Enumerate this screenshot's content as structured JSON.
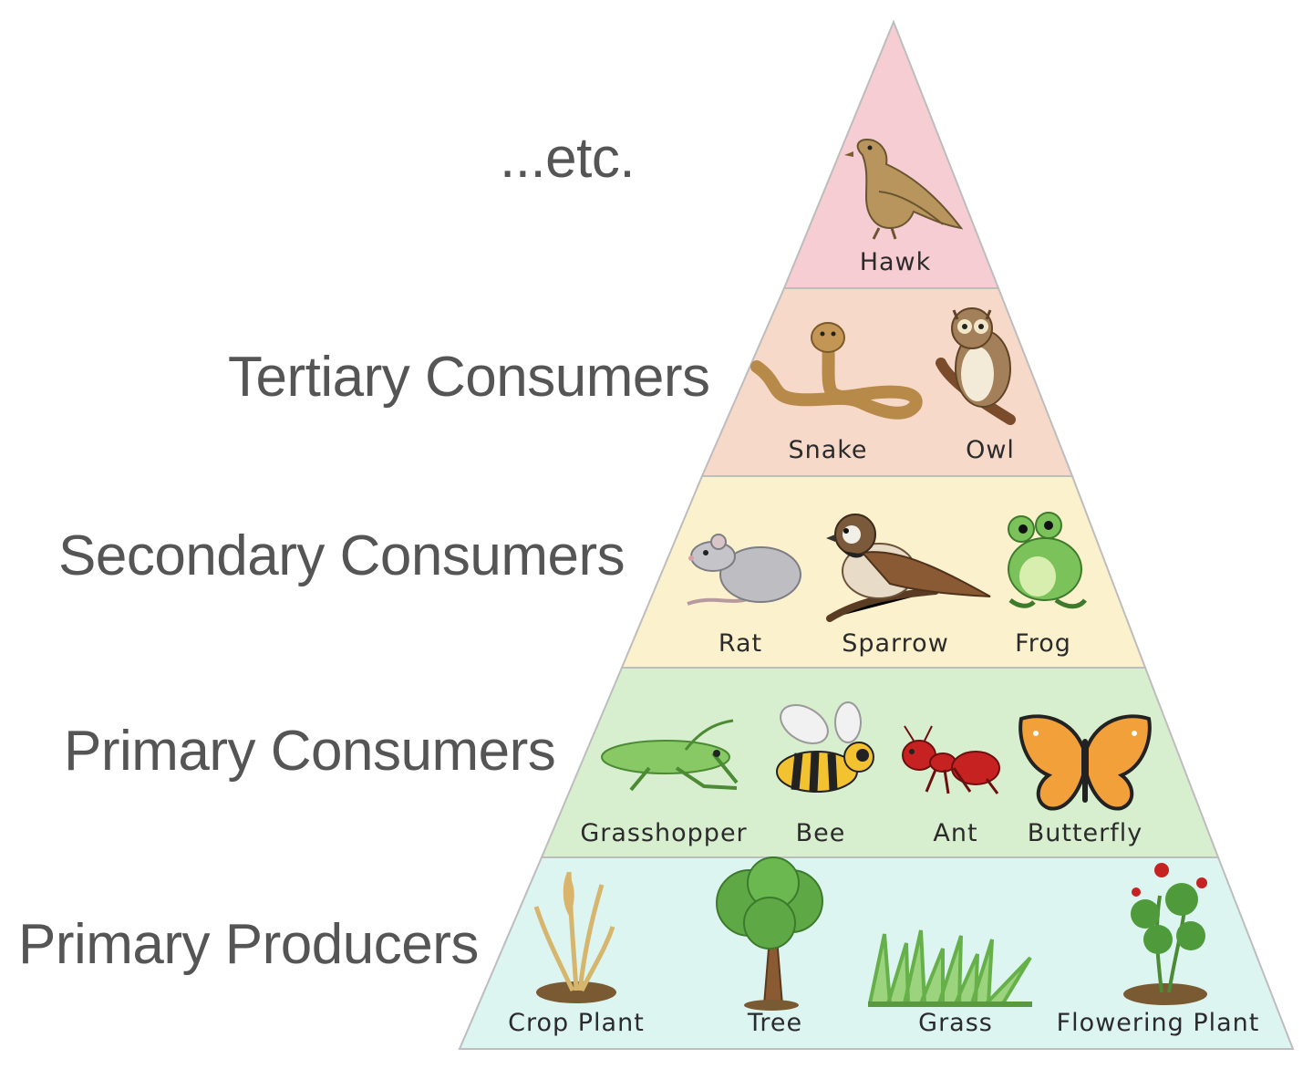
{
  "tiers": [
    {
      "label": "...etc.",
      "color": "#f6cdd3",
      "organisms": [
        "Hawk"
      ]
    },
    {
      "label": "Tertiary Consumers",
      "color": "#f7d9c9",
      "organisms": [
        "Snake",
        "Owl"
      ]
    },
    {
      "label": "Secondary Consumers",
      "color": "#fcf1cd",
      "organisms": [
        "Rat",
        "Sparrow",
        "Frog"
      ]
    },
    {
      "label": "Primary Consumers",
      "color": "#d7efcf",
      "organisms": [
        "Grasshopper",
        "Bee",
        "Ant",
        "Butterfly"
      ]
    },
    {
      "label": "Primary Producers",
      "color": "#dcf5f1",
      "organisms": [
        "Crop Plant",
        "Tree",
        "Grass",
        "Flowering Plant"
      ]
    }
  ],
  "icons": [
    "hawk-icon",
    "snake-icon",
    "owl-icon",
    "rat-icon",
    "sparrow-icon",
    "frog-icon",
    "grasshopper-icon",
    "bee-icon",
    "ant-icon",
    "butterfly-icon",
    "crop-plant-icon",
    "tree-icon",
    "grass-icon",
    "flowering-plant-icon"
  ]
}
